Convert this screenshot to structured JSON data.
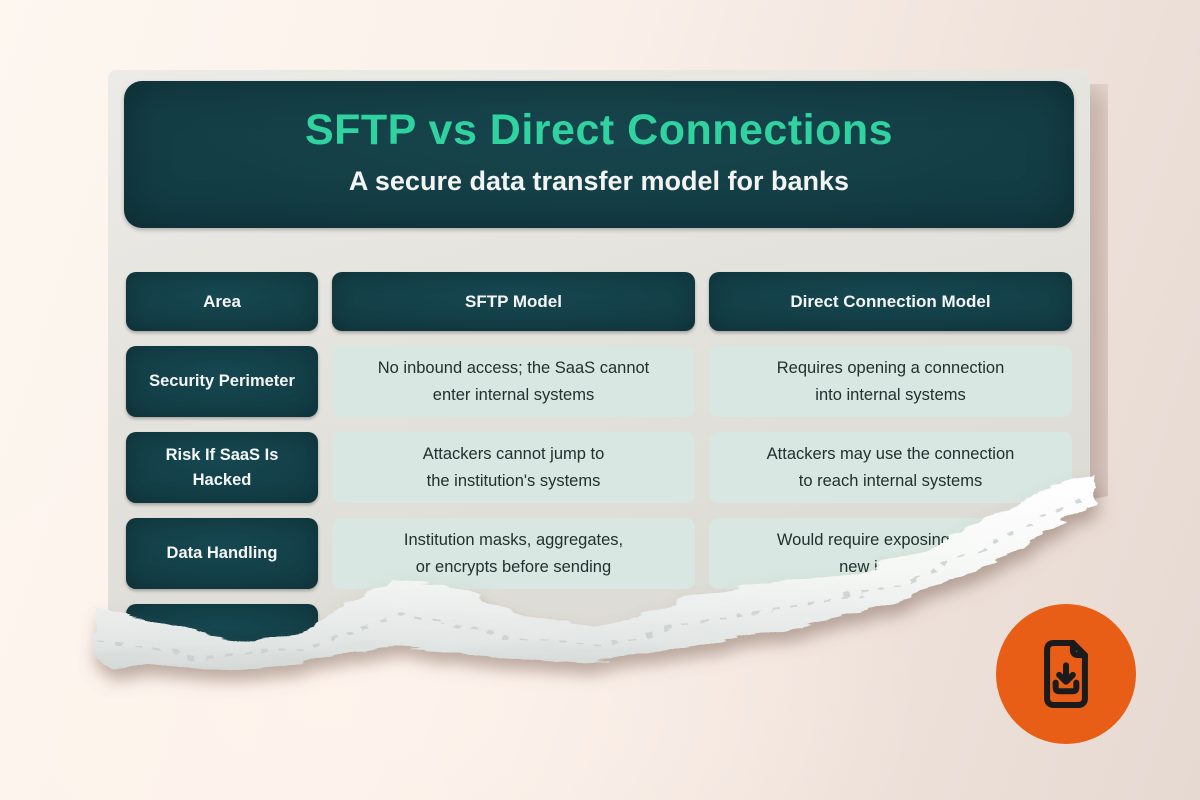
{
  "poster": {
    "title": "SFTP vs Direct Connections",
    "subtitle": "A secure data transfer model for banks"
  },
  "table": {
    "columns": [
      "Area",
      "SFTP Model",
      "Direct Connection Model"
    ],
    "rows": [
      {
        "area": "Security Perimeter",
        "sftp": "No inbound access; the SaaS cannot\nenter internal systems",
        "direct": "Requires opening a connection\ninto internal systems"
      },
      {
        "area": "Risk If SaaS Is\nHacked",
        "sftp": "Attackers cannot jump to\nthe institution's systems",
        "direct": "Attackers may use the connection\nto reach internal systems"
      },
      {
        "area": "Data Handling",
        "sftp": "Institution masks, aggregates,\nor encrypts before sending",
        "direct": "Would require exposing raw da\nnew internal p"
      }
    ]
  },
  "badge": {
    "icon": "file-download-icon"
  },
  "colors": {
    "accent_green": "#30d3a0",
    "dark_teal": "#113840",
    "light_cell": "#d8e7e1",
    "badge_orange": "#e85e17",
    "card_bg": "#e2e0da",
    "page_bg": "#f9efe8"
  }
}
